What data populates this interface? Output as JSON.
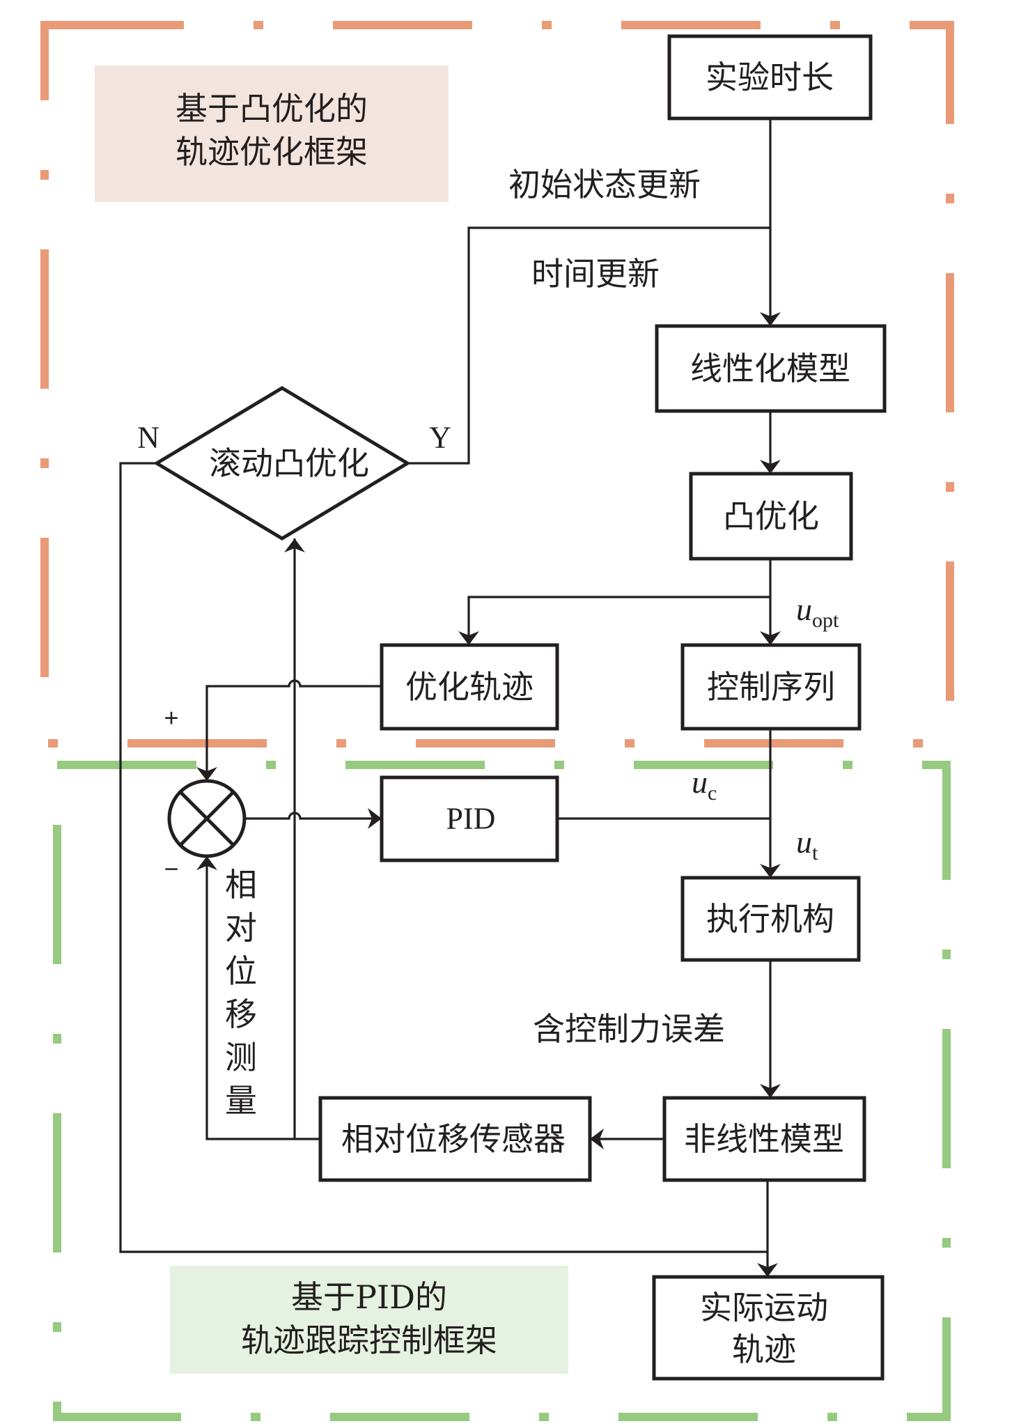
{
  "colors": {
    "optimization_frame": "#E99A76",
    "tracking_frame": "#95CA80",
    "optimization_label_bg": "#F3E4DE",
    "tracking_label_bg": "#E6F2E1",
    "line": "#231f20"
  },
  "frames": {
    "optimization": {
      "caption_lines": [
        "基于凸优化的",
        "轨迹优化框架"
      ]
    },
    "tracking": {
      "caption_lines": [
        "基于PID的",
        "轨迹跟踪控制框架"
      ]
    }
  },
  "nodes": {
    "experiment_duration": "实验时长",
    "linearized_model": "线性化模型",
    "convex_optimization": "凸优化",
    "rolling_convex_optimization": "滚动凸优化",
    "optimized_trajectory": "优化轨迹",
    "control_sequence": "控制序列",
    "pid": "PID",
    "actuator": "执行机构",
    "nonlinear_model": "非线性模型",
    "relative_displacement_sensor": "相对位移传感器",
    "actual_motion_trajectory_lines": [
      "实际运动",
      "轨迹"
    ]
  },
  "edge_labels": {
    "initial_state_update": "初始状态更新",
    "time_update": "时间更新",
    "control_force_error": "含控制力误差",
    "relative_displacement_measurement": "相对位移测量",
    "decision_yes": "Y",
    "decision_no": "N",
    "plus": "+",
    "minus": "−",
    "u_opt": {
      "main": "u",
      "sub": "opt"
    },
    "u_c": {
      "main": "u",
      "sub": "c"
    },
    "u_t": {
      "main": "u",
      "sub": "t"
    }
  }
}
